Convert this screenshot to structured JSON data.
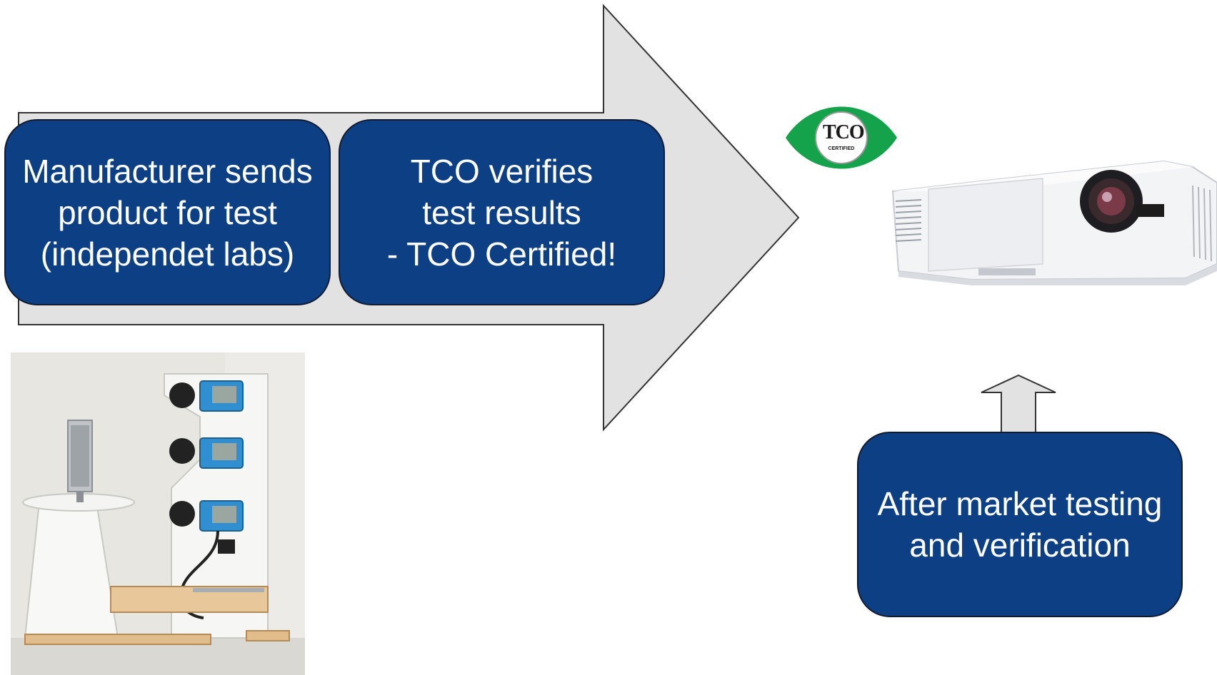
{
  "colors": {
    "box_fill": "#0d3f85",
    "arrow_fill": "#e2e2e2",
    "arrow_stroke": "#333333",
    "logo_green": "#14a24b"
  },
  "steps": [
    {
      "text": "Manufacturer sends\nproduct for test\n(independet labs)"
    },
    {
      "text": "TCO verifies\ntest results\n- TCO Certified!"
    }
  ],
  "after_market": {
    "text": "After market testing\nand verification"
  },
  "logo": {
    "brand": "TCO",
    "sub": "CERTIFIED",
    "icon": "tco-certified-eye-icon"
  },
  "images": {
    "projector": "projector-photo",
    "test_rig": "test-lab-rig-photo"
  }
}
